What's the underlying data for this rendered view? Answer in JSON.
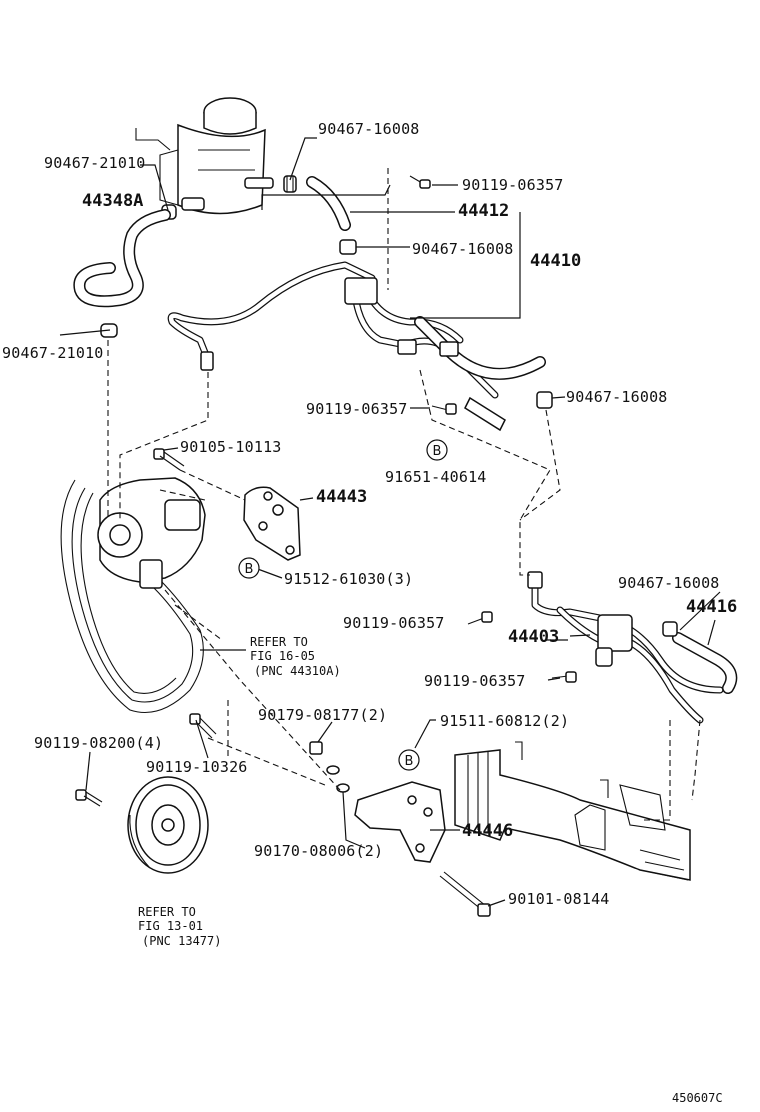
{
  "labels": {
    "l_90467_16008_top": "90467-16008",
    "l_90467_21010_top": "90467-21010",
    "l_44348A": "44348A",
    "l_90119_06357_top": "90119-06357",
    "l_44412": "44412",
    "l_90467_16008_mid": "90467-16008",
    "l_44410": "44410",
    "l_90467_21010_left": "90467-21010",
    "l_90119_06357_mid": "90119-06357",
    "l_90467_16008_right": "90467-16008",
    "l_91651_40614": "91651-40614",
    "l_90105_10113": "90105-10113",
    "l_44443": "44443",
    "l_91512_61030": "91512-61030(3)",
    "l_90467_16008_lower": "90467-16008",
    "l_44416": "44416",
    "l_90119_06357_lower": "90119-06357",
    "l_44403": "44403",
    "l_refer_1605_a": "REFER TO",
    "l_refer_1605_b": "FIG 16-05",
    "l_refer_1605_c": "(PNC 44310A)",
    "l_90119_06357_bottom": "90119-06357",
    "l_90179_08177": "90179-08177(2)",
    "l_91511_60812": "91511-60812(2)",
    "l_90119_08200": "90119-08200(4)",
    "l_90119_10326": "90119-10326",
    "l_44446": "44446",
    "l_90170_08006": "90170-08006(2)",
    "l_90101_08144": "90101-08144",
    "l_refer_1301_a": "REFER TO",
    "l_refer_1301_b": "FIG 13-01",
    "l_refer_1301_c": "(PNC 13477)",
    "marker_b1": "B",
    "marker_b2": "B",
    "marker_b3": "B",
    "figure_id": "450607C"
  }
}
